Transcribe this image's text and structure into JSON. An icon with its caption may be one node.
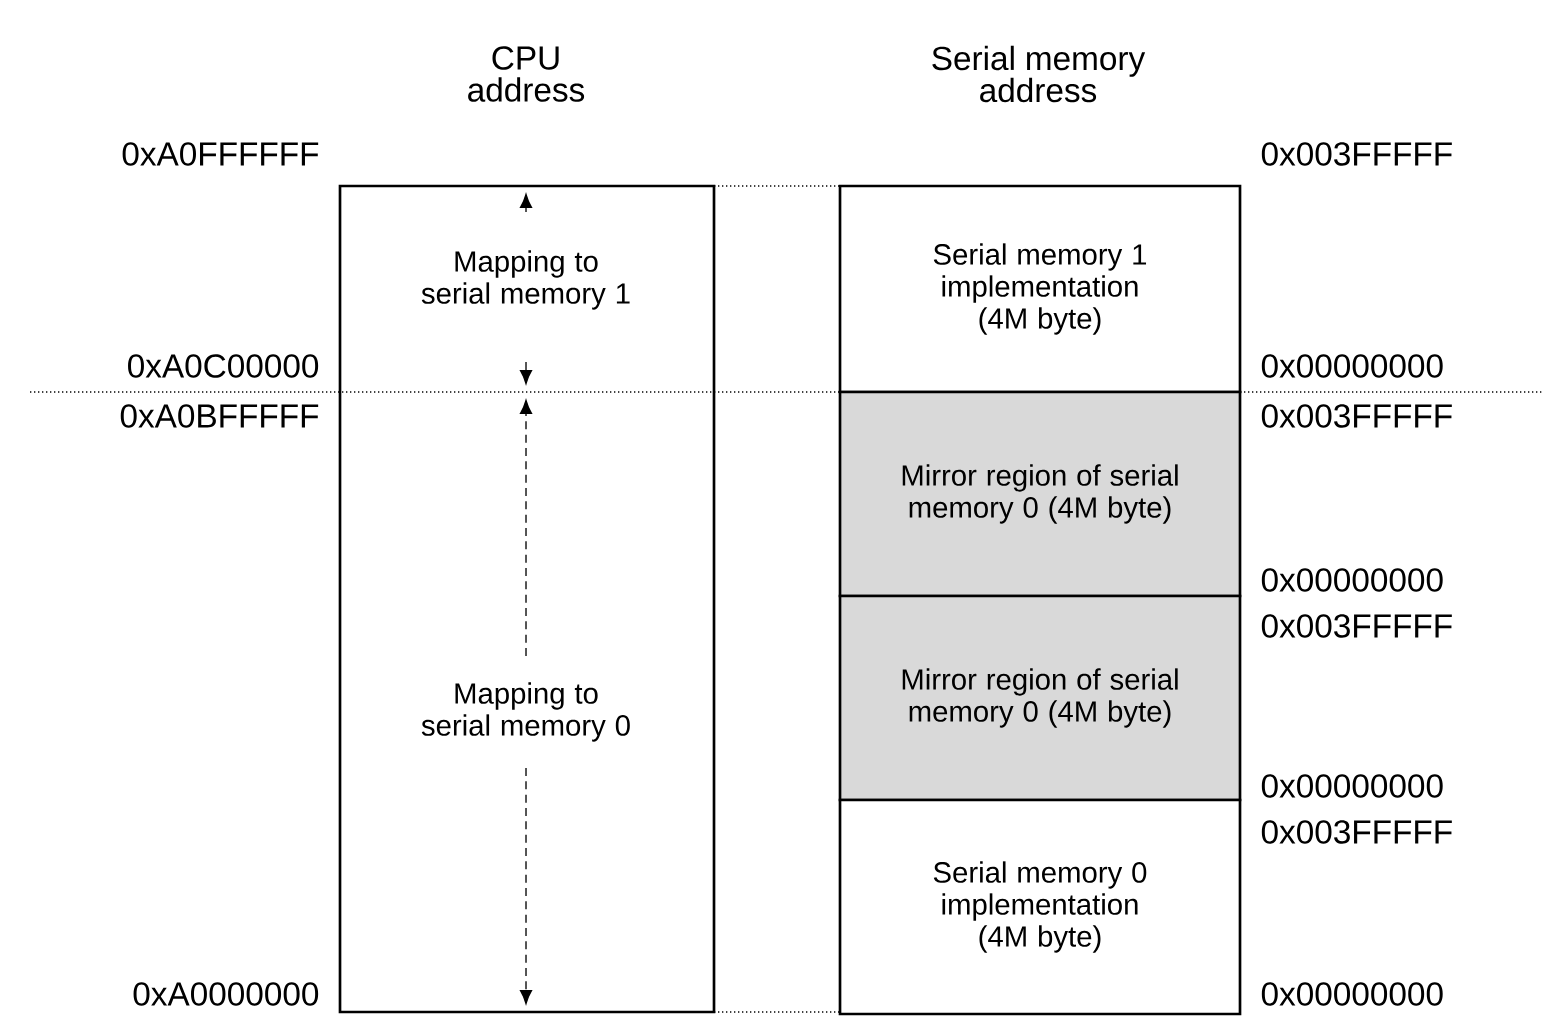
{
  "diagram": {
    "nodes": [
      {
        "text": [
          "Mapping to serial memory 1",
          "Mapping to serial memory 0"
        ]
      },
      {
        "text": [
          "Serial memory 1 implementation (4M byte)"
        ]
      },
      {
        "text": [
          "Mirror region of serial memory 0 (4M byte)"
        ]
      },
      {
        "text": [
          "Mirror region of serial memory 0 (4M byte)"
        ]
      },
      {
        "text": [
          "Serial memory 0 implementation (4M byte)"
        ]
      }
    ],
    "labels": [
      "CPU address",
      "Serial memory address",
      "0xA0FFFFFF",
      "0x003FFFFF",
      "0xA0C00000",
      "0x00000000",
      "0xA0BFFFFF",
      "0x003FFFFF",
      "0x00000000",
      "0x003FFFFF",
      "0x00000000",
      "0x003FFFFF",
      "0xA0000000",
      "0x00000000"
    ]
  }
}
